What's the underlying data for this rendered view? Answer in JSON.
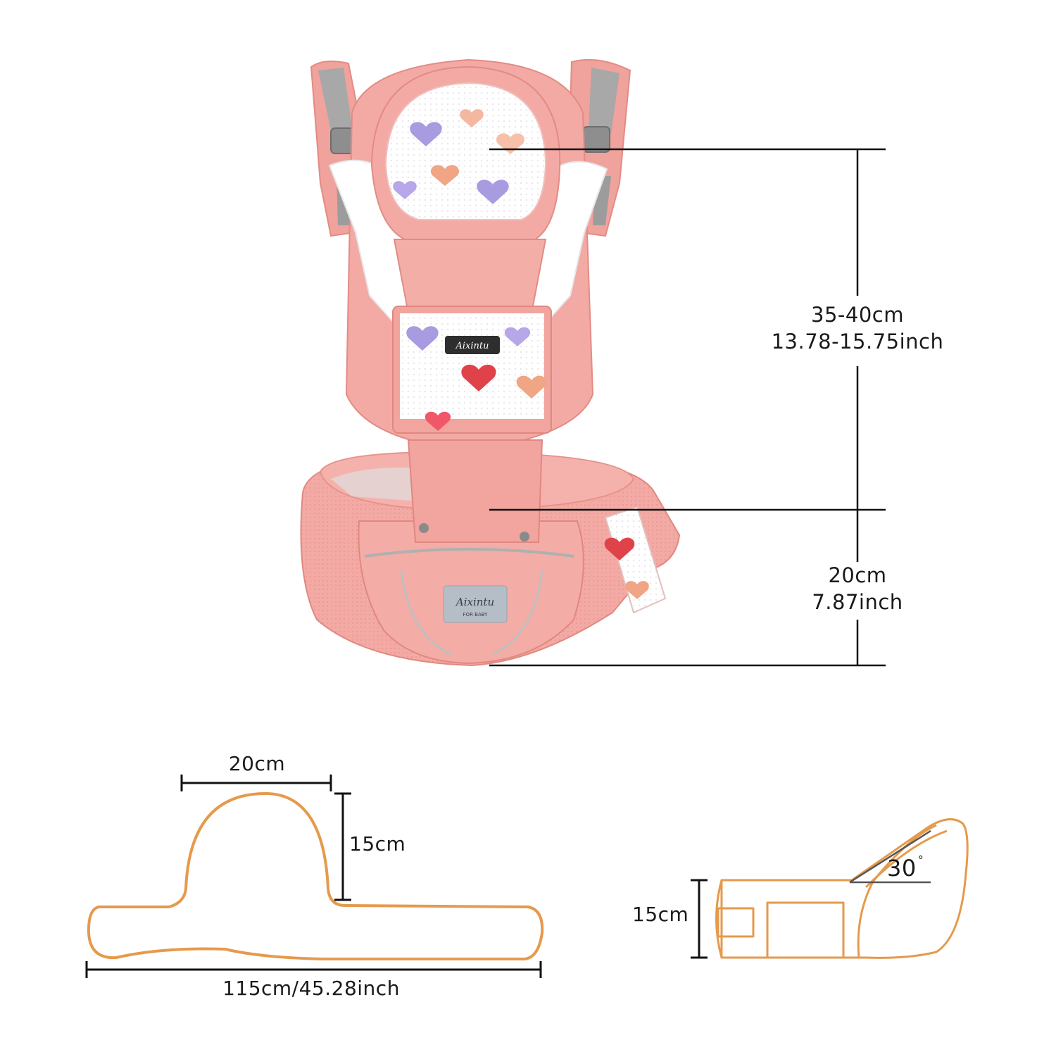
{
  "colors": {
    "carrier_pink": "#f2a7a2",
    "carrier_pink_dark": "#e5867f",
    "strap_grey": "#9a9a9a",
    "outline_orange": "#e59a4c",
    "dimension_line": "#111111"
  },
  "icons": [
    "baby-carrier-illustration",
    "heart-pattern",
    "brand-logo"
  ],
  "carrier": {
    "brand_logo": "Aixintu",
    "brand_tagline": "FOR BABY"
  },
  "dimensions": {
    "torso_height": {
      "metric": "35-40cm",
      "imperial": "13.78-15.75inch"
    },
    "waist_height": {
      "metric": "20cm",
      "imperial": "7.87inch"
    },
    "seat_top_width": "20cm",
    "seat_height": "15cm",
    "belt_length": "115cm/45.28inch",
    "seat_side_depth": "15cm",
    "seat_angle": {
      "value": "30",
      "unit": "°"
    }
  }
}
